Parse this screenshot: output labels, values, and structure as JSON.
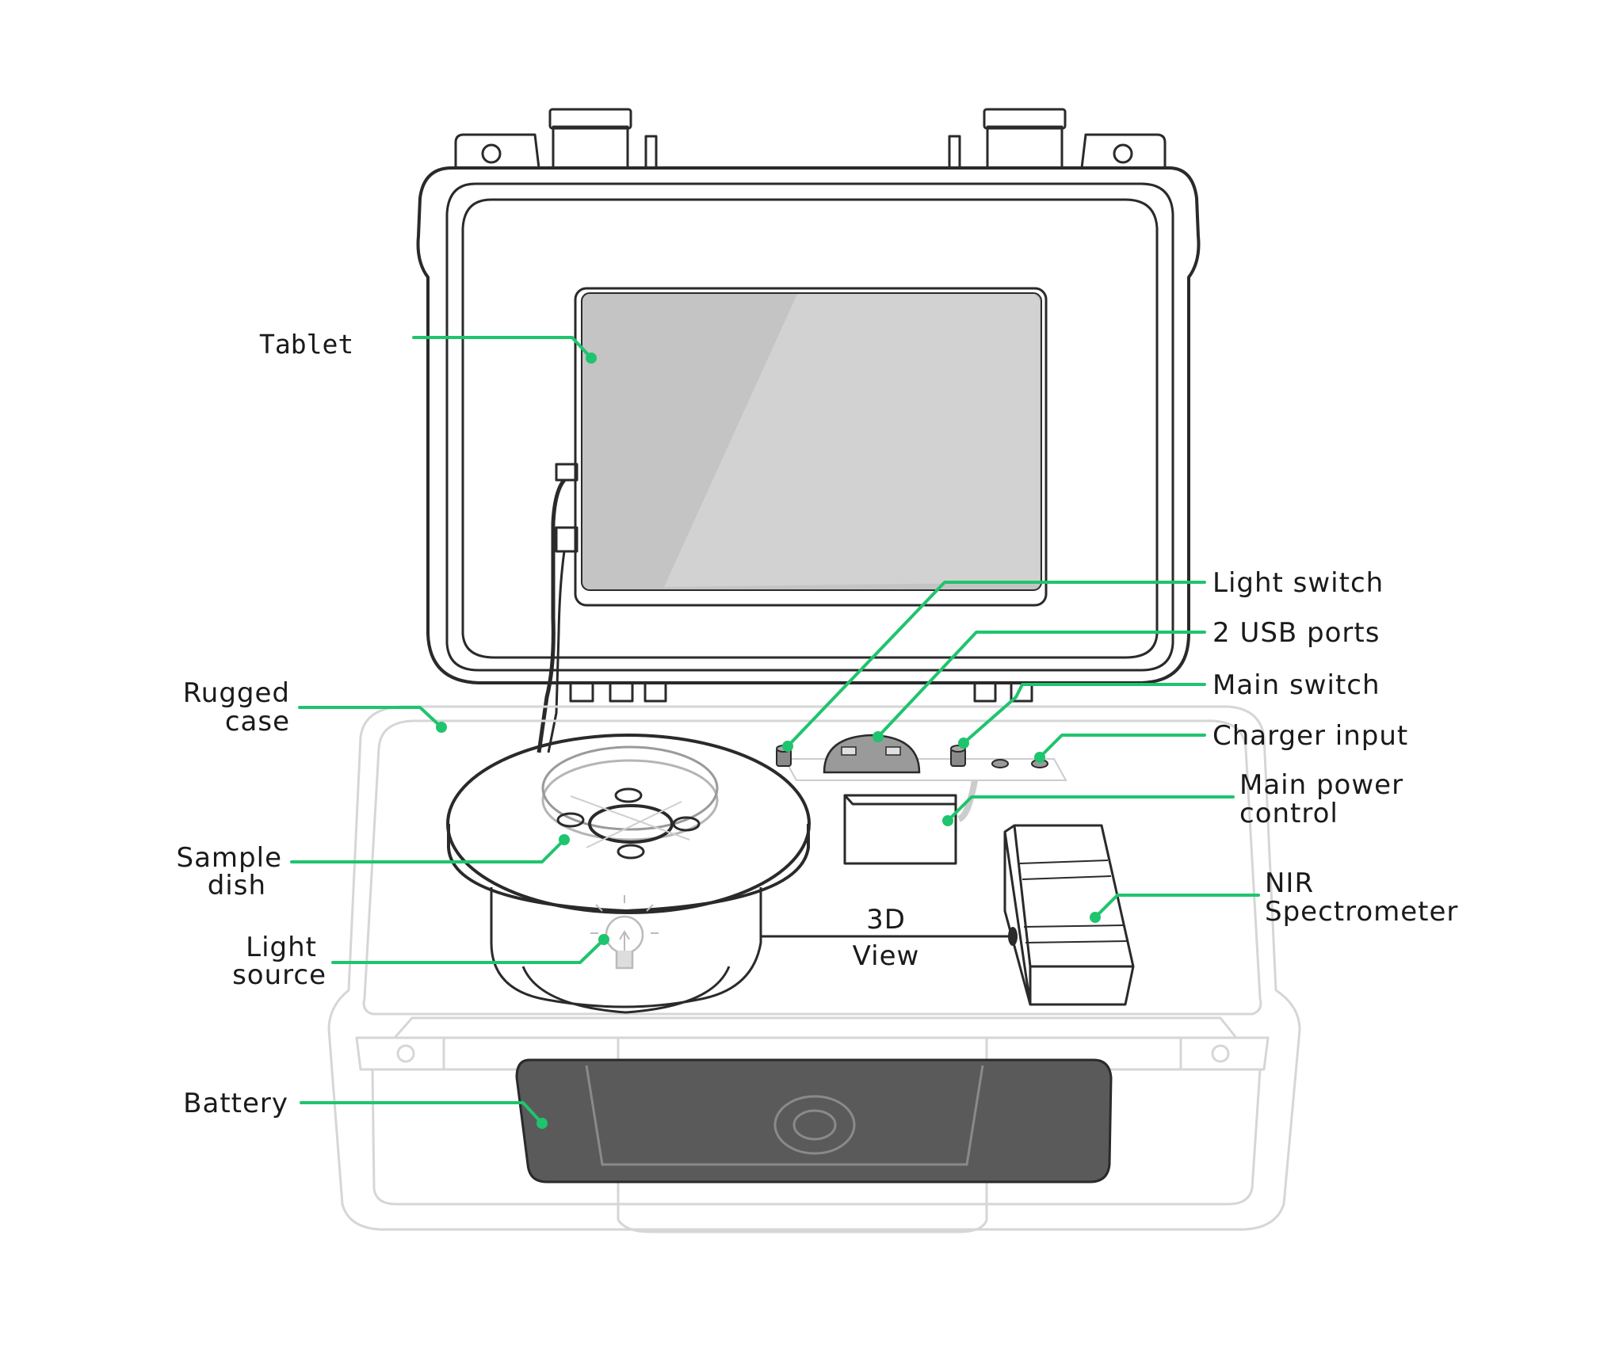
{
  "diagram": {
    "labels": {
      "tablet": "Tablet",
      "rugged_case": [
        "Rugged",
        "case"
      ],
      "sample_dish": [
        "Sample",
        "dish"
      ],
      "light_source": [
        "Light",
        "source"
      ],
      "battery": "Battery",
      "light_switch": "Light switch",
      "usb_ports": "2 USB ports",
      "main_switch": "Main switch",
      "charger_input": "Charger input",
      "main_power_control": [
        "Main power",
        "control"
      ],
      "nir_spectrometer": [
        "NIR",
        "Spectrometer"
      ],
      "view_3d": [
        "3D",
        "View"
      ]
    },
    "colors": {
      "leader": "#1fc46e",
      "ink": "#2a2a2a",
      "ghost": "#d6d6d6",
      "screen": "#c4c4c4",
      "screen_highlight": "#d2d2d2",
      "battery": "#5a5a5a"
    }
  }
}
